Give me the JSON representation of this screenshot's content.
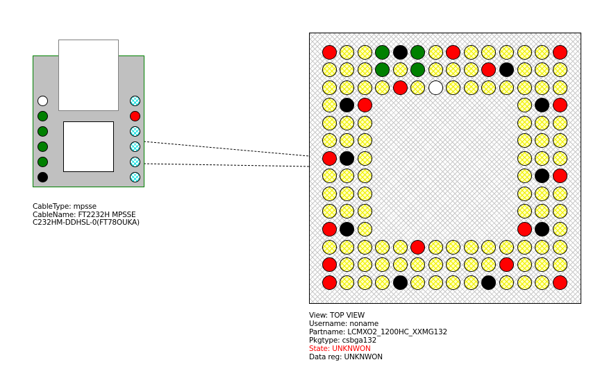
{
  "colors": {
    "R": "#ff0000",
    "G": "#008000",
    "K": "#000000",
    "W": "#ffffff",
    "Y": "#ffffc0",
    "cable_border": "#008000",
    "cable_fill": "#c0c0c0",
    "state_text": "#ff0000"
  },
  "cable": {
    "left_pins": [
      "W",
      "G",
      "G",
      "G",
      "G",
      "K"
    ],
    "right_pins": [
      "hatch",
      "R",
      "hatch",
      "hatch",
      "hatch",
      "hatch"
    ],
    "info": {
      "cable_type": "CableType: mpsse",
      "cable_name": "CableName: FT2232H MPSSE",
      "cable_id": "C232HM-DDHSL-0(FT78OUKA)"
    }
  },
  "chip": {
    "rows": [
      "RYYGKGYRYYYYYR",
      "YYYGYGYYYRKYYY",
      "YYYYRYWYYYYYYY",
      "YKR--------YKR",
      "YYY--------YYY",
      "YYY--------YYY",
      "RKY--------YYY",
      "YYY--------YKR",
      "YYY--------YYY",
      "YYY--------YYY",
      "RKY--------RKY",
      "YYYYYRYYYYYYYY",
      "RYYYYYYYYYRYYY",
      "RYYYKYYYYKYYYR"
    ],
    "info": {
      "view": "View: TOP VIEW",
      "username": "Username: noname",
      "partname": "Partname: LCMXO2_1200HC_XXMG132",
      "pkgtype": "Pkgtype: csbga132",
      "state": "State: UNKNWON",
      "data_reg": "Data reg: UNKNWON"
    }
  }
}
